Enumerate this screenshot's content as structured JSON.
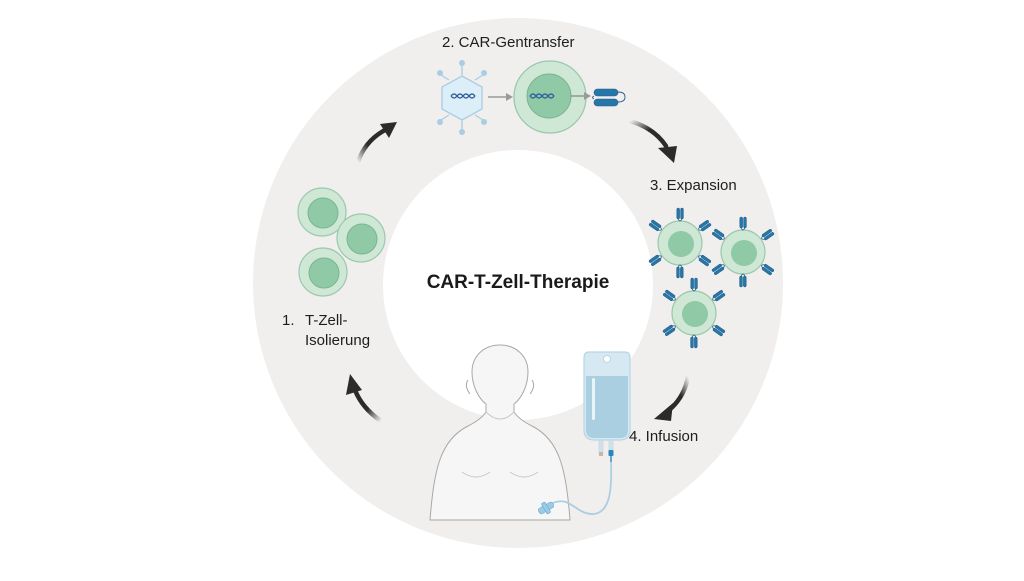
{
  "title": "CAR-T-Zell-Therapie",
  "steps": [
    {
      "number": "1.",
      "label_line1": "T-Zell-",
      "label_line2": "Isolierung",
      "icon": "t-cells-icon"
    },
    {
      "label": "2. CAR-Gentransfer",
      "icon": "gene-transfer-icon"
    },
    {
      "label": "3. Expansion",
      "icon": "expanded-car-t-cells-icon"
    },
    {
      "label": "4. Infusion",
      "icon": "infusion-patient-icon"
    }
  ],
  "colors": {
    "ring": "#f1eeee",
    "center": "#ffffff",
    "cell_outer": "#cfe8d6",
    "cell_inner": "#8fc9a6",
    "receptor": "#2676a8",
    "virus": "#cfe5f2",
    "arrow": "#2b2b2b",
    "iv_fluid": "#a9cfe0"
  }
}
